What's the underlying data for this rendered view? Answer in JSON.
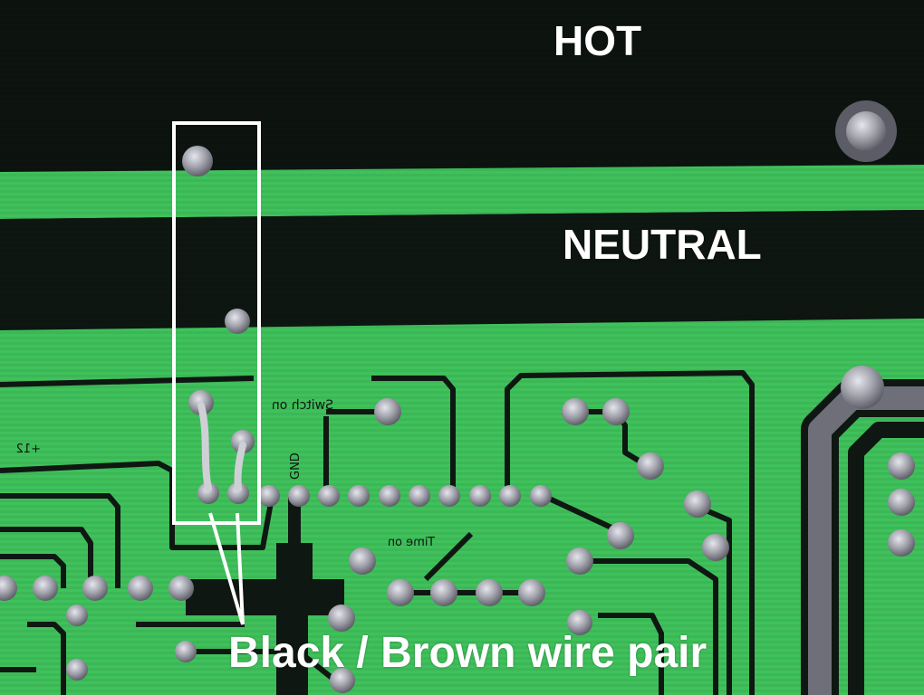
{
  "annotations": {
    "hot": "HOT",
    "neutral": "NEUTRAL",
    "wire_pair_caption": "Black / Brown wire pair"
  },
  "silkscreen": {
    "switch_on": "Switch on",
    "gnd": "GND",
    "plus12": "+12",
    "time_on": "Time on"
  },
  "colors": {
    "mask_green": "#3fc15b",
    "copper_pour": "#0f1712",
    "solder": "#9a9aa2",
    "highlight_box": "#ffffff",
    "label_text": "#ffffff"
  }
}
